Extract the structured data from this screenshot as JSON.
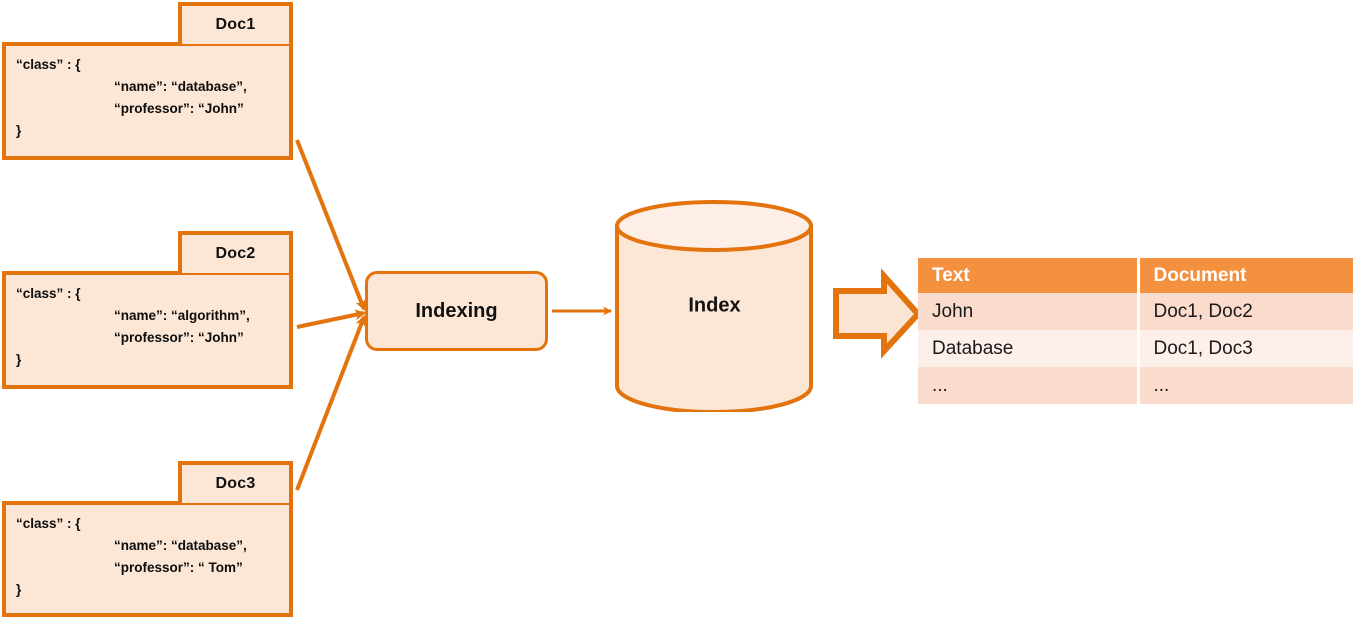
{
  "palette": {
    "border_orange": "#E3730C",
    "fill_peach": "#FCE6D5",
    "header_orange": "#F4913E",
    "row_dark": "#FBDBCB",
    "row_light": "#FDEFEA",
    "background": "#FFFFFF",
    "text_dark": "#111111",
    "header_text": "#FFFFFF"
  },
  "documents": [
    {
      "tab_label": "Doc1",
      "lines": [
        "“class” : {",
        "“name”: “database”,",
        "“professor”: “John”",
        "}"
      ]
    },
    {
      "tab_label": "Doc2",
      "lines": [
        "“class” : {",
        "“name”: “algorithm”,",
        "“professor”: “John”",
        "}"
      ]
    },
    {
      "tab_label": "Doc3",
      "lines": [
        "“class” : {",
        "“name”: “database”,",
        "“professor”: “ Tom”",
        "}"
      ]
    }
  ],
  "process": {
    "indexing_label": "Indexing",
    "index_store_label": "Index"
  },
  "results": {
    "headers": [
      "Text",
      "Document"
    ],
    "rows": [
      {
        "text": "John",
        "document": "Doc1, Doc2"
      },
      {
        "text": "Database",
        "document": "Doc1, Doc3"
      },
      {
        "text": "...",
        "document": "..."
      }
    ]
  },
  "icons": {
    "flow_arrow": "arrow-right-icon",
    "block_arrow": "block-arrow-right-icon",
    "cylinder": "database-cylinder-icon"
  }
}
